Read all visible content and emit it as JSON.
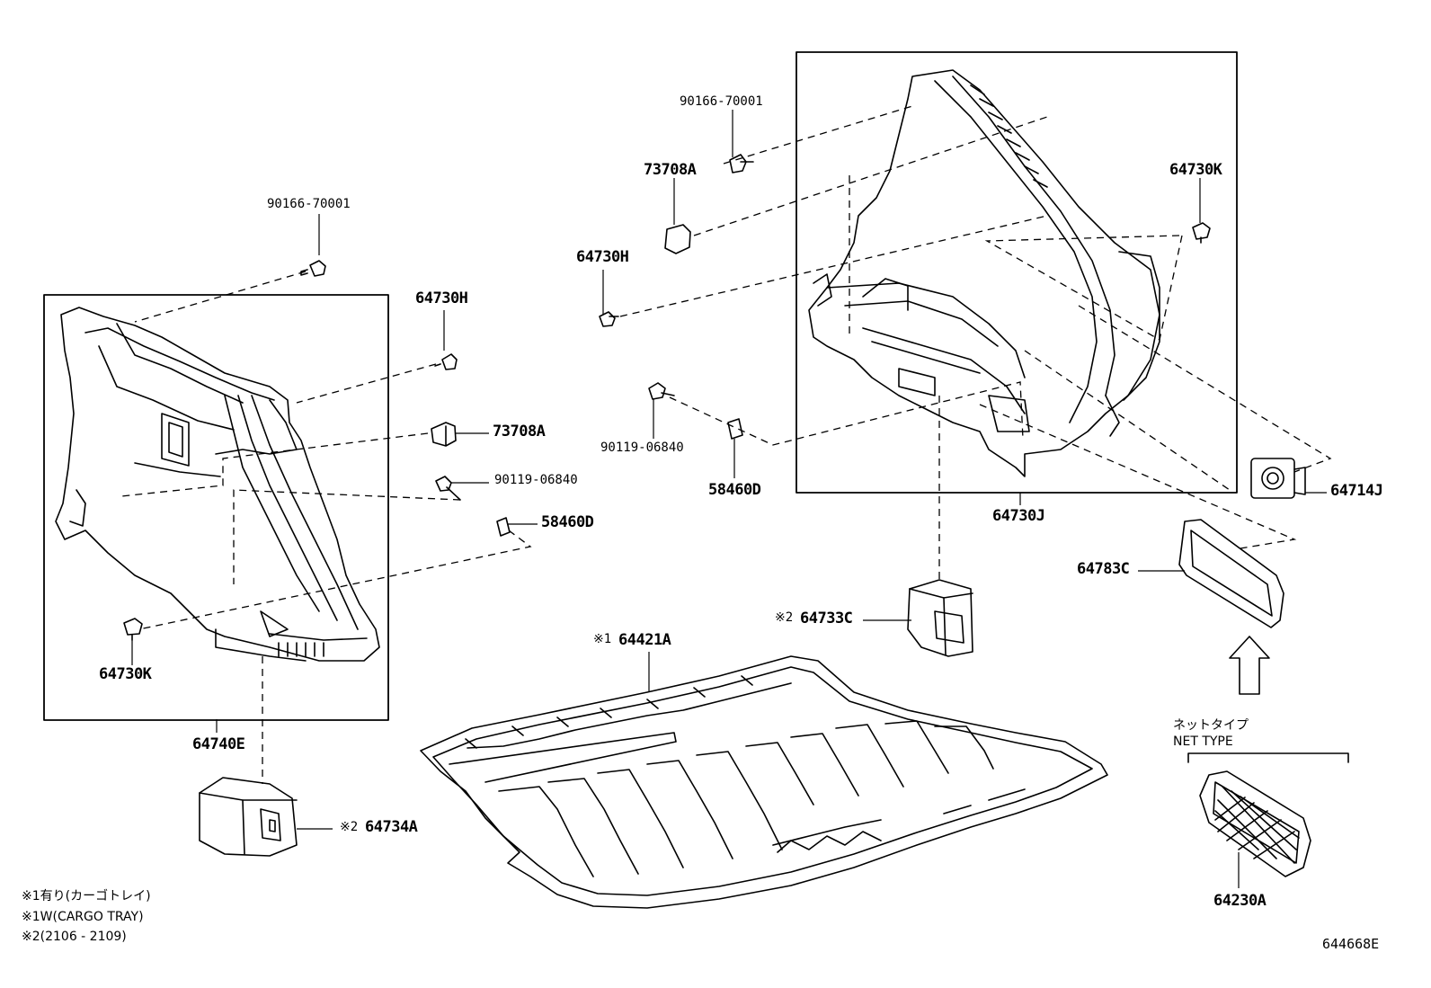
{
  "parts": {
    "p_90166_a": "90166-70001",
    "p_90166_b": "90166-70001",
    "p_73708a_a": "73708A",
    "p_73708a_b": "73708A",
    "p_64730h_a": "64730H",
    "p_64730h_b": "64730H",
    "p_64730k_a": "64730K",
    "p_64730k_b": "64730K",
    "p_90119_a": "90119-06840",
    "p_90119_b": "90119-06840",
    "p_58460d_a": "58460D",
    "p_58460d_b": "58460D",
    "p_64730j": "64730J",
    "p_64714j": "64714J",
    "p_64783c": "64783C",
    "p_64733c": "64733C",
    "p_64421a": "64421A",
    "p_64740e": "64740E",
    "p_64734a": "64734A",
    "p_64230a": "64230A"
  },
  "marks": {
    "m_64733c": "※2",
    "m_64421a": "※1",
    "m_64734a": "※2"
  },
  "net_type": {
    "jp": "ネットタイプ",
    "en": "NET TYPE"
  },
  "notes": {
    "n1": "※1有り(カーゴトレイ)",
    "n2": "※1W(CARGO TRAY)",
    "n3": "※2(2106 - 2109)"
  },
  "illustration_id": "644668E"
}
